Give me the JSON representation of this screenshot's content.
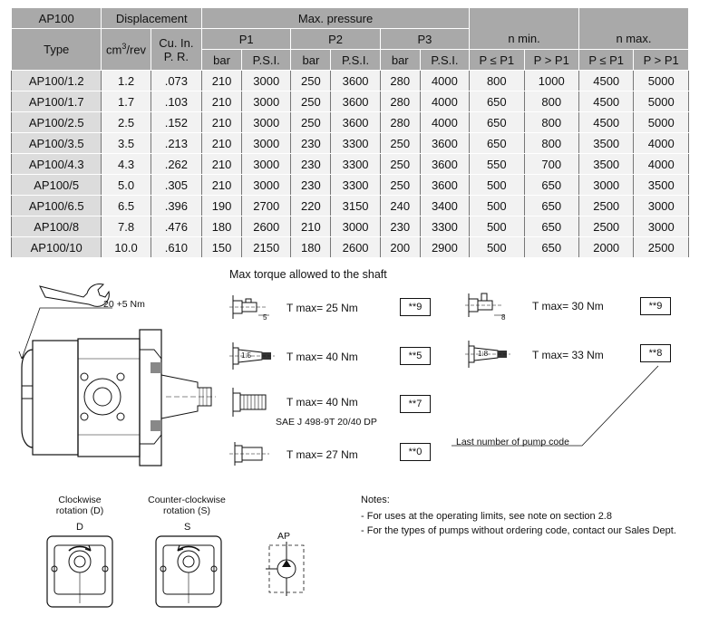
{
  "table": {
    "header": {
      "model": "AP100",
      "type": "Type",
      "displacement": "Displacement",
      "cm3": "cm",
      "cm3_sup": "3",
      "cm3_unit": "/rev",
      "cuin_line1": "Cu. In.",
      "cuin_line2": "P. R.",
      "max_pressure": "Max. pressure",
      "p1": "P1",
      "p2": "P2",
      "p3": "P3",
      "n_min": "n min.",
      "n_max": "n max.",
      "bar": "bar",
      "psi": "P.S.I.",
      "le_p1": "P ≤ P1",
      "gt_p1": "P > P1"
    },
    "rows": [
      {
        "type": "AP100/1.2",
        "cm3": "1.2",
        "cuin": ".073",
        "p1_bar": "210",
        "p1_psi": "3000",
        "p2_bar": "250",
        "p2_psi": "3600",
        "p3_bar": "280",
        "p3_psi": "4000",
        "nmin_le": "800",
        "nmin_gt": "1000",
        "nmax_le": "4500",
        "nmax_gt": "5000"
      },
      {
        "type": "AP100/1.7",
        "cm3": "1.7",
        "cuin": ".103",
        "p1_bar": "210",
        "p1_psi": "3000",
        "p2_bar": "250",
        "p2_psi": "3600",
        "p3_bar": "280",
        "p3_psi": "4000",
        "nmin_le": "650",
        "nmin_gt": "800",
        "nmax_le": "4500",
        "nmax_gt": "5000"
      },
      {
        "type": "AP100/2.5",
        "cm3": "2.5",
        "cuin": ".152",
        "p1_bar": "210",
        "p1_psi": "3000",
        "p2_bar": "250",
        "p2_psi": "3600",
        "p3_bar": "280",
        "p3_psi": "4000",
        "nmin_le": "650",
        "nmin_gt": "800",
        "nmax_le": "4500",
        "nmax_gt": "5000"
      },
      {
        "type": "AP100/3.5",
        "cm3": "3.5",
        "cuin": ".213",
        "p1_bar": "210",
        "p1_psi": "3000",
        "p2_bar": "230",
        "p2_psi": "3300",
        "p3_bar": "250",
        "p3_psi": "3600",
        "nmin_le": "650",
        "nmin_gt": "800",
        "nmax_le": "3500",
        "nmax_gt": "4000"
      },
      {
        "type": "AP100/4.3",
        "cm3": "4.3",
        "cuin": ".262",
        "p1_bar": "210",
        "p1_psi": "3000",
        "p2_bar": "230",
        "p2_psi": "3300",
        "p3_bar": "250",
        "p3_psi": "3600",
        "nmin_le": "550",
        "nmin_gt": "700",
        "nmax_le": "3500",
        "nmax_gt": "4000"
      },
      {
        "type": "AP100/5",
        "cm3": "5.0",
        "cuin": ".305",
        "p1_bar": "210",
        "p1_psi": "3000",
        "p2_bar": "230",
        "p2_psi": "3300",
        "p3_bar": "250",
        "p3_psi": "3600",
        "nmin_le": "500",
        "nmin_gt": "650",
        "nmax_le": "3000",
        "nmax_gt": "3500"
      },
      {
        "type": "AP100/6.5",
        "cm3": "6.5",
        "cuin": ".396",
        "p1_bar": "190",
        "p1_psi": "2700",
        "p2_bar": "220",
        "p2_psi": "3150",
        "p3_bar": "240",
        "p3_psi": "3400",
        "nmin_le": "500",
        "nmin_gt": "650",
        "nmax_le": "2500",
        "nmax_gt": "3000"
      },
      {
        "type": "AP100/8",
        "cm3": "7.8",
        "cuin": ".476",
        "p1_bar": "180",
        "p1_psi": "2600",
        "p2_bar": "210",
        "p2_psi": "3000",
        "p3_bar": "230",
        "p3_psi": "3300",
        "nmin_le": "500",
        "nmin_gt": "650",
        "nmax_le": "2500",
        "nmax_gt": "3000"
      },
      {
        "type": "AP100/10",
        "cm3": "10.0",
        "cuin": ".610",
        "p1_bar": "150",
        "p1_psi": "2150",
        "p2_bar": "180",
        "p2_psi": "2600",
        "p3_bar": "200",
        "p3_psi": "2900",
        "nmin_le": "500",
        "nmin_gt": "650",
        "nmax_le": "2000",
        "nmax_gt": "2500"
      }
    ]
  },
  "torque": {
    "title": "Max torque allowed to the shaft",
    "wrench_label": "20 +5 Nm",
    "items": [
      {
        "label": "T max= 25 Nm",
        "code": "**9",
        "dim": "5"
      },
      {
        "label": "T max= 30 Nm",
        "code": "**9",
        "dim": "8"
      },
      {
        "label": "T max= 40 Nm",
        "code": "**5",
        "dim": "1:5"
      },
      {
        "label": "T max= 33 Nm",
        "code": "**8",
        "dim": "1:8"
      },
      {
        "label": "T max= 40 Nm",
        "code": "**7",
        "sub": "SAE J 498-9T 20/40 DP"
      },
      {
        "label": "T max= 27 Nm",
        "code": "**0"
      }
    ],
    "last_number_label": "Last number of pump code"
  },
  "rotation": {
    "cw_line1": "Clockwise",
    "cw_line2": "rotation (D)",
    "cw_letter": "D",
    "ccw_line1": "Counter-clockwise",
    "ccw_line2": "rotation (S)",
    "ccw_letter": "S",
    "symbol_label": "AP"
  },
  "notes": {
    "title": "Notes:",
    "items": [
      "-   For uses at the operating limits, see note on section 2.8",
      "-   For the types of pumps without ordering code, contact our Sales Dept."
    ]
  }
}
